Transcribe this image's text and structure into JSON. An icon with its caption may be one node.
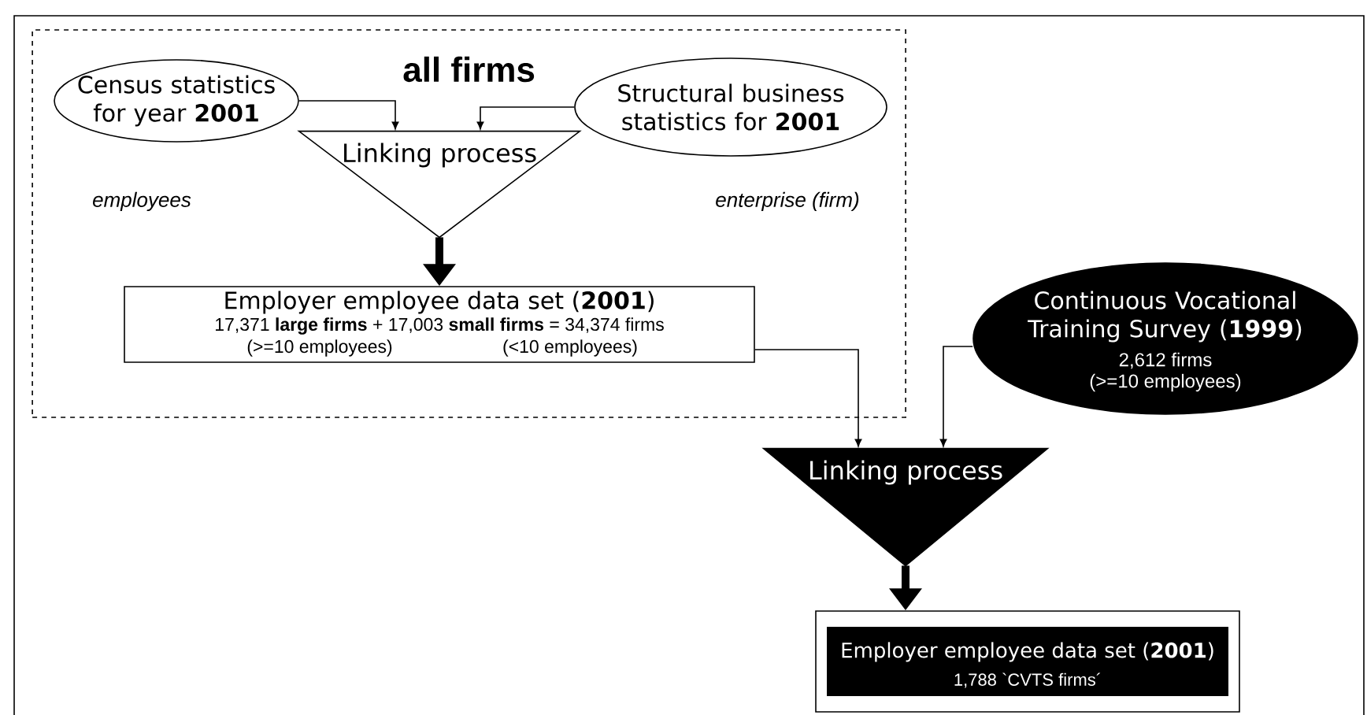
{
  "diagram": {
    "nodes": [
      {
        "text": [
          "all firms"
        ]
      },
      {
        "text": [
          "Census statistics for year **2001**"
        ],
        "in": 0
      },
      {
        "text": [
          "Structural business statistics for **2001**"
        ],
        "in": 0
      },
      {
        "text": [
          "Linking process"
        ],
        "in": 0
      },
      {
        "text": [
          "Employer employee data set (**2001**)",
          "17,371 **large firms** + 17,003 **small firms** = 34,374 firms",
          "(>=10 employees)",
          "(<10 employees)"
        ],
        "in": 0
      },
      {
        "text": [
          "Continuous Vocational Training Survey (**1999**)",
          "2,612 firms",
          "(>=10 employees)"
        ]
      },
      {
        "text": [
          "Linking process"
        ]
      },
      {
        "text": [
          "Employer employee data set (**2001**)",
          "1,788 `CVTS firms´"
        ]
      }
    ],
    "edges": [
      {
        "from": 1,
        "to": 3,
        "arrow": "to"
      },
      {
        "from": 2,
        "to": 3,
        "arrow": "to"
      },
      {
        "from": 3,
        "to": 4,
        "arrow": "to",
        "style": "thick"
      },
      {
        "from": 4,
        "to": 6,
        "arrow": "to"
      },
      {
        "from": 5,
        "to": 6,
        "arrow": "to"
      },
      {
        "from": 6,
        "to": 7,
        "arrow": "to",
        "style": "thick"
      }
    ],
    "labels": [
      "employees",
      "enterprise (firm)"
    ]
  }
}
